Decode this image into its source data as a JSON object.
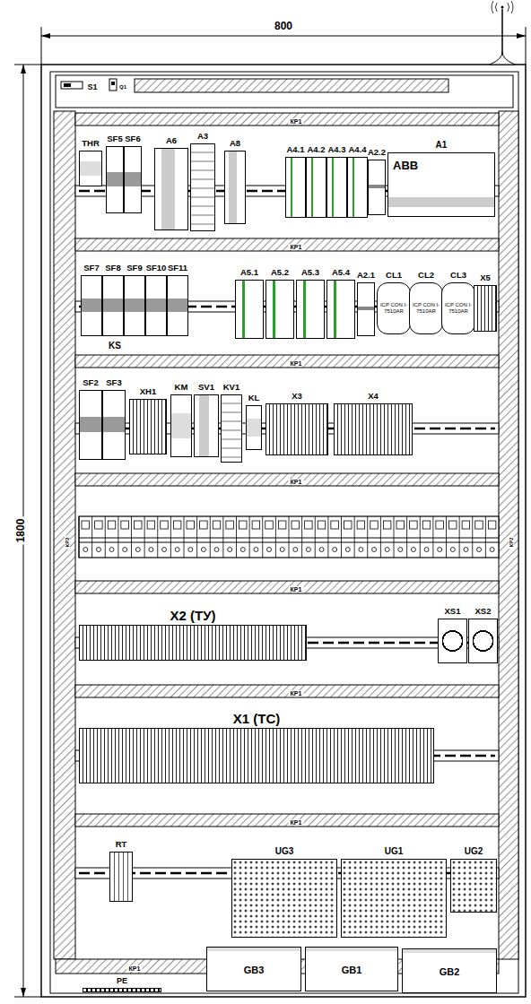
{
  "diagram": {
    "nodes": [
      {
        "text": [
          "THR"
        ]
      },
      {
        "text": [
          "SF5"
        ]
      },
      {
        "text": [
          "SF6"
        ]
      },
      {
        "text": [
          "A6"
        ]
      },
      {
        "text": [
          "A3"
        ]
      },
      {
        "text": [
          "A8"
        ]
      },
      {
        "text": [
          "A4.1"
        ]
      },
      {
        "text": [
          "A4.2"
        ]
      },
      {
        "text": [
          "A4.3"
        ]
      },
      {
        "text": [
          "A4.4"
        ]
      },
      {
        "text": [
          "A2.2"
        ]
      },
      {
        "text": [
          "A1",
          "ABB"
        ]
      },
      {
        "text": [
          "SF7"
        ]
      },
      {
        "text": [
          "SF8"
        ]
      },
      {
        "text": [
          "SF9"
        ]
      },
      {
        "text": [
          "SF10"
        ]
      },
      {
        "text": [
          "SF11"
        ]
      },
      {
        "text": [
          "A5.1"
        ]
      },
      {
        "text": [
          "A5.2"
        ]
      },
      {
        "text": [
          "A5.3"
        ]
      },
      {
        "text": [
          "A5.4"
        ]
      },
      {
        "text": [
          "A2.1"
        ]
      },
      {
        "text": [
          "CL1",
          "ICP CON I-7510AR"
        ]
      },
      {
        "text": [
          "CL2",
          "ICP CON I-7510AR"
        ]
      },
      {
        "text": [
          "CL3",
          "ICP CON I-7510AR"
        ]
      },
      {
        "text": [
          "X5"
        ]
      },
      {
        "text": [
          "SF2"
        ]
      },
      {
        "text": [
          "SF3"
        ]
      },
      {
        "text": [
          "XH1"
        ]
      },
      {
        "text": [
          "KM"
        ]
      },
      {
        "text": [
          "SV1"
        ]
      },
      {
        "text": [
          "KV1"
        ]
      },
      {
        "text": [
          "KL"
        ]
      },
      {
        "text": [
          "X3"
        ]
      },
      {
        "text": [
          "X4"
        ]
      },
      {
        "text": [
          "X2 (ТУ)"
        ]
      },
      {
        "text": [
          "XS1"
        ]
      },
      {
        "text": [
          "XS2"
        ]
      },
      {
        "text": [
          "X1 (ТС)"
        ]
      },
      {
        "text": [
          "RT"
        ]
      },
      {
        "text": [
          "UG3"
        ]
      },
      {
        "text": [
          "UG1"
        ]
      },
      {
        "text": [
          "UG2"
        ]
      },
      {
        "text": [
          "PE"
        ]
      },
      {
        "text": [
          "GB3"
        ]
      },
      {
        "text": [
          "GB1"
        ]
      },
      {
        "text": [
          "GB2"
        ]
      }
    ],
    "labels": [
      "800",
      "1800",
      "S1",
      "Q1",
      "KS",
      "КР1",
      "КР1",
      "КР1",
      "КР1",
      "КР1",
      "КР1",
      "КР1",
      "КР1",
      "КР2",
      "КР2"
    ]
  }
}
